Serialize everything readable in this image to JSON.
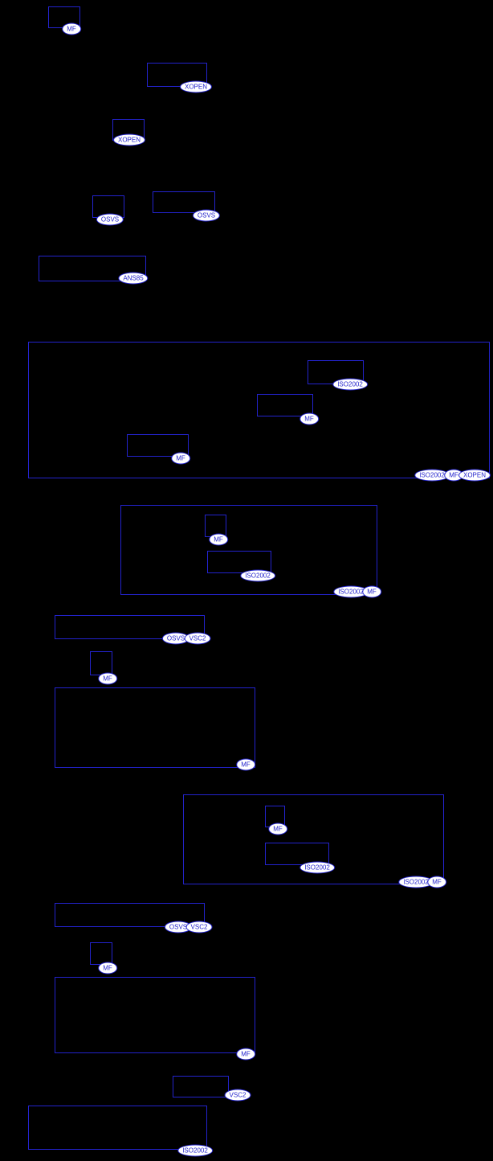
{
  "page": {
    "background": "#000000",
    "box_border_color": "#2323cd",
    "badge_bg": "#ffffff",
    "badge_text_color": "#2323cd"
  },
  "badges": [
    {
      "label": "MF"
    },
    {
      "label": "XOPEN"
    },
    {
      "label": "XOPEN"
    },
    {
      "label": "OSVS"
    },
    {
      "label": "OSVS"
    },
    {
      "label": "ANS85"
    },
    {
      "label": "ISO2002"
    },
    {
      "label": "MF"
    },
    {
      "label": "MF"
    },
    {
      "label": "ISO2002"
    },
    {
      "label": "MF"
    },
    {
      "label": "XOPEN"
    },
    {
      "label": "MF"
    },
    {
      "label": "ISO2002"
    },
    {
      "label": "ISO2002"
    },
    {
      "label": "MF"
    },
    {
      "label": "OSVS"
    },
    {
      "label": "VSC2"
    },
    {
      "label": "MF"
    },
    {
      "label": "MF"
    },
    {
      "label": "MF"
    },
    {
      "label": "ISO2002"
    },
    {
      "label": "ISO2002"
    },
    {
      "label": "MF"
    },
    {
      "label": "OSVS"
    },
    {
      "label": "VSC2"
    },
    {
      "label": "MF"
    },
    {
      "label": "MF"
    },
    {
      "label": "VSC2"
    },
    {
      "label": "ISO2002"
    }
  ]
}
